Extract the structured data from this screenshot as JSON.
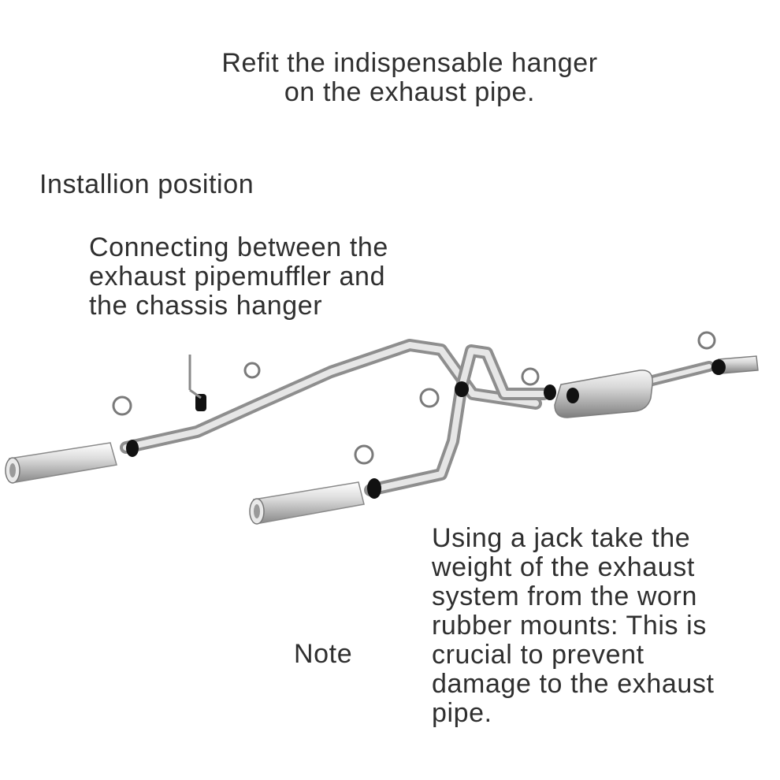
{
  "headline": "Refit the indispensable hanger\non the exhaust pipe.",
  "installation": {
    "label": "Installion position",
    "description": "Connecting between the\nexhaust pipemuffler and\nthe chassis hanger"
  },
  "note": {
    "label": "Note",
    "text": "Using a jack take the\nweight of the exhaust\nsystem from the worn\nrubber mounts: This is\ncrucial to prevent\ndamage to the exhaust\npipe."
  },
  "colors": {
    "pipe": "#c8c8c8",
    "pipe_highlight": "#f2f2f2",
    "pipe_shadow": "#8c8c8c",
    "rubber_hanger": "#111111"
  }
}
